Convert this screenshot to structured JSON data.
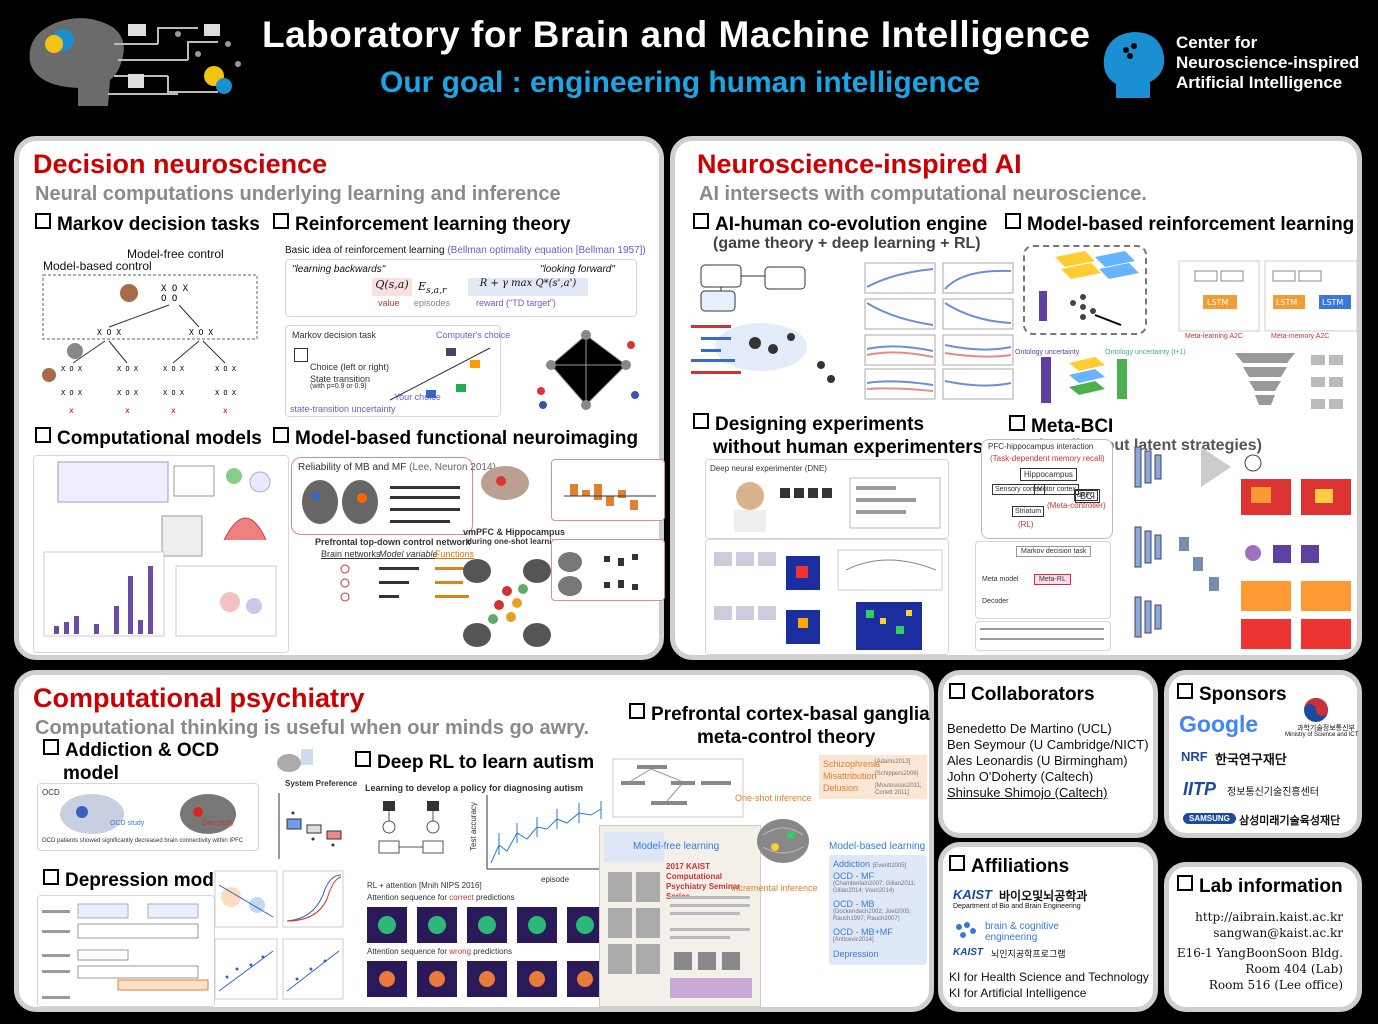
{
  "header": {
    "title": "Laboratory for Brain and Machine Intelligence",
    "subtitle": "Our goal : engineering human intelligence",
    "center_line1": "Center for",
    "center_line2": "Neuroscience-inspired",
    "center_line3": "Artificial Intelligence"
  },
  "decision": {
    "title": "Decision neuroscience",
    "subtitle": "Neural computations underlying learning and inference",
    "s1": "Markov decision tasks",
    "s2": "Reinforcement learning theory",
    "s3": "Computational models",
    "s4": "Model-based functional neuroimaging",
    "fig_model_free": "Model-free control",
    "fig_model_based": "Model-based control",
    "rl_basic": "Basic idea of reinforcement learning",
    "rl_bellman": "(Bellman optimality equation [Bellman 1957])",
    "rl_backwards": "\"learning backwards\"",
    "rl_forward": "\"looking forward\"",
    "rl_value": "value",
    "rl_episodes": "episodes",
    "rl_reward": "reward (\"TD target\")",
    "mdt_title": "Markov decision task",
    "mdt_choice": "Choice (left or right)",
    "mdt_transition": "State transition",
    "mdt_prob": "(with p=0.9 or 0.9)",
    "mdt_uncert": "state-transition uncertainty",
    "mdt_computer": "Computer's choice",
    "mdt_your": "Your choice",
    "reliability": "Reliability of MB and MF",
    "reliability_ref": "(Lee, Neuron 2014)",
    "pfc_network": "Prefrontal top-down control network",
    "vmpfc": "vmPFC & Hippocampus",
    "during": "during one-shot learning",
    "brain_networks": "Brain networks",
    "model_variable": "Model variable",
    "functions": "Functions"
  },
  "ai": {
    "title": "Neuroscience-inspired AI",
    "subtitle": "AI intersects with computational neuroscience.",
    "s1": "AI-human co-evolution engine",
    "s1b": "(game theory + deep learning + RL)",
    "s2": "Model-based reinforcement learning",
    "s3a": "Designing experiments",
    "s3b": "without human experimenters",
    "s4": "Meta-BCI",
    "s4b": "(reading out latent strategies)",
    "dne": "Deep neural experimenter (DNE)",
    "pfc_hippo": "PFC-hippocampus interaction",
    "task_dep": "(Task-dependent memory recall)",
    "hippocampus": "Hippocampus",
    "sensory": "Sensory cortex",
    "motor": "Motor cortex",
    "dpfc": "dPFC",
    "bci": "BCI",
    "meta_controller": "(Meta-controller)",
    "striatum": "Striatum",
    "rl": "(RL)",
    "mdt": "Markov decision task",
    "meta_model": "Meta model",
    "meta_rl": "Meta-RL",
    "decoder": "Decoder",
    "ontology": "Ontology uncertainty",
    "ontology_t1": "Ontology uncertainty (t+1)",
    "ma2c": "Meta-learning A2C",
    "proposed": "Meta-memory A2C"
  },
  "psy": {
    "title": "Computational psychiatry",
    "subtitle": "Computational thinking is useful when our minds go awry.",
    "s1a": "Addiction & OCD",
    "s1b": "model",
    "s2": "Deep RL to learn autism",
    "s3a": "Prefrontal cortex-basal ganglia",
    "s3b": "meta-control theory",
    "s4": "Depression model",
    "ocd": "OCD",
    "ocd_note": "OCD patients showed significantly decreased brain connectivity within IPFC",
    "ocd_study": "OCD study",
    "one_study": "One study",
    "sys_pref": "System Preference",
    "autism_title": "Learning to develop a policy for diagnosing autism",
    "rl_attention": "RL + attention [Mnih NIPS 2016]",
    "test_accuracy": "Test accuracy",
    "episode": "episode",
    "attn_correct_pre": "Attention sequence for ",
    "attn_correct": "correct",
    "attn_wrong": "wrong",
    "attn_post": " predictions",
    "schizo": "Schizophrenia",
    "misattr": "Misattribution",
    "delusion": "Delusion",
    "schizo_ref": "[Adams2013]",
    "misattr_ref": "[Schippers2006]",
    "delusion_ref": "[Moutoussis2011; Corlett 2011]",
    "one_shot": "One-shot inference",
    "mf_learning": "Model-free learning",
    "mb_learning": "Model-based learning",
    "incremental": "Incremental inference",
    "addiction": "Addiction",
    "addiction_ref": "[Everitt2005]",
    "ocd_mf": "OCD - MF",
    "ocd_mf_ref": "(Chamberlain2007; Gillan2011; Gillan2014; Voon2014)",
    "ocd_mb": "OCD - MB",
    "ocd_mb_ref": "(Dockendach2002; Joel2005; Rauch1997; Rauch2007)",
    "ocd_mbmf": "OCD - MB+MF",
    "ocd_mbmf_ref": "[Anticevic2014]",
    "depression": "Depression",
    "poster_title": "2017 KAIST Computational Psychiatry Seminar Series"
  },
  "collab": {
    "title": "Collaborators",
    "items": [
      "Benedetto De Martino (UCL)",
      "Ben Seymour (U Cambridge/NICT)",
      "Ales Leonardis (U Birmingham)",
      "John O'Doherty (Caltech)",
      "Shinsuke Shimojo (Caltech)"
    ]
  },
  "sponsors": {
    "title": "Sponsors",
    "google": "Google",
    "msit_kr": "과학기술정보통신부",
    "msit_en": "Ministry of Science and ICT",
    "nrf_kr": "한국연구재단",
    "iitp_kr": "정보통신기술진흥센터",
    "samsung": "SAMSUNG",
    "samsung_kr": "삼성미래기술육성재단"
  },
  "affil": {
    "title": "Affiliations",
    "kaist_bio": "바이오및뇌공학과",
    "kaist_bio_en": "Department of Bio and Brain Engineering",
    "brain_cog": "brain & cognitive engineering",
    "kaist_prog": "뇌인지공학프로그램",
    "ki1": "KI for Health Science and Technology",
    "ki2": "KI for Artificial Intelligence"
  },
  "lab": {
    "title": "Lab information",
    "url": "http://aibrain.kaist.ac.kr",
    "email": "sangwan@kaist.ac.kr",
    "addr1": "E16-1 YangBoonSoon Bldg.",
    "addr2": "Room 404 (Lab)",
    "addr3": "Room 516 (Lee office)"
  },
  "colors": {
    "accent_blue": "#1aa6e6",
    "heading_red": "#cc0000",
    "panel_border": "#cfcfcf"
  }
}
